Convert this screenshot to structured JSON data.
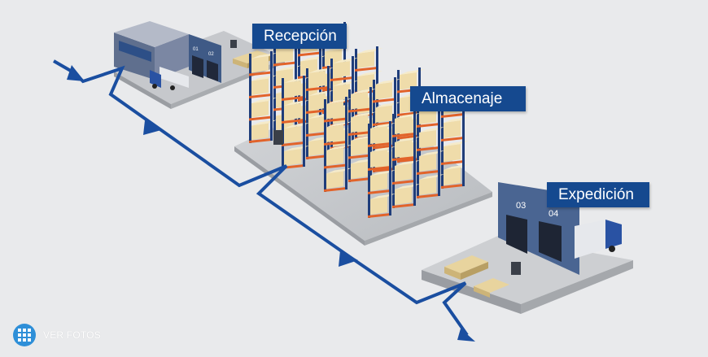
{
  "labels": {
    "recepcion": "Recepción",
    "almacenaje": "Almacenaje",
    "expedicion": "Expedición"
  },
  "docks": {
    "recepcion": [
      "01",
      "02"
    ],
    "expedicion": [
      "03",
      "04"
    ]
  },
  "gallery_button": {
    "label": "VER FOTOS",
    "icon": "grid-icon"
  },
  "colors": {
    "background": "#e9eaec",
    "label_bg": "#15498f",
    "flow_line": "#1a4ea0",
    "button": "#2e8fd8",
    "rack_upright": "#1f3d7a",
    "rack_beam": "#e2632a",
    "box": "#efdcaa",
    "truck": "#2952a3",
    "floor": "#c9cbce"
  }
}
